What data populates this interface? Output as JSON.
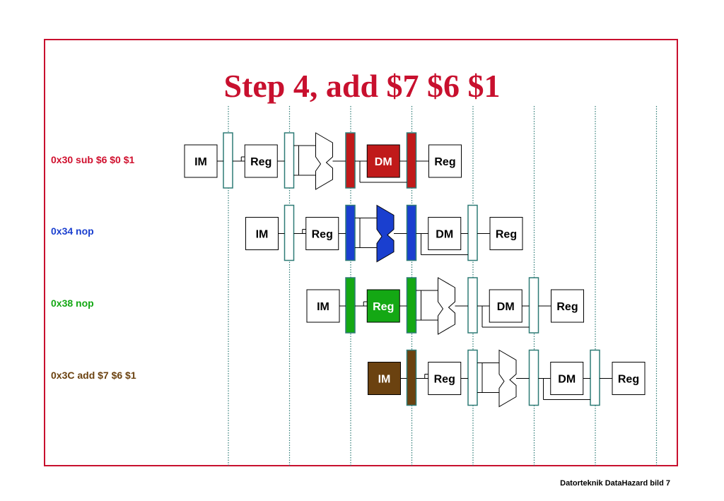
{
  "slide": {
    "title": "Step 4, add $7 $6 $1",
    "footer": "Datorteknik DataHazard bild 7"
  },
  "colors": {
    "frame": "#c8102e",
    "title": "#c8102e",
    "pipeline_register": "#2e7b76",
    "stage_box": "#000000"
  },
  "instructions": [
    {
      "label": "0x30 sub $6 $0 $1",
      "color": "#d0102e",
      "stages": [
        "IM",
        "Reg",
        "DM",
        "Reg"
      ],
      "active_stage": "DM",
      "active_color": "#c01a1a"
    },
    {
      "label": "0x34 nop",
      "color": "#1a3fcf",
      "stages": [
        "IM",
        "Reg",
        "DM",
        "Reg"
      ],
      "active_stage": "ALU",
      "active_color": "#1a3fcf"
    },
    {
      "label": "0x38 nop",
      "color": "#14a814",
      "stages": [
        "IM",
        "Reg",
        "DM",
        "Reg"
      ],
      "active_stage": "Reg",
      "active_color": "#14a814"
    },
    {
      "label": "0x3C add $7 $6 $1",
      "color": "#6b4210",
      "stages": [
        "IM",
        "Reg",
        "DM",
        "Reg"
      ],
      "active_stage": "IM",
      "active_color": "#6b4210"
    }
  ]
}
